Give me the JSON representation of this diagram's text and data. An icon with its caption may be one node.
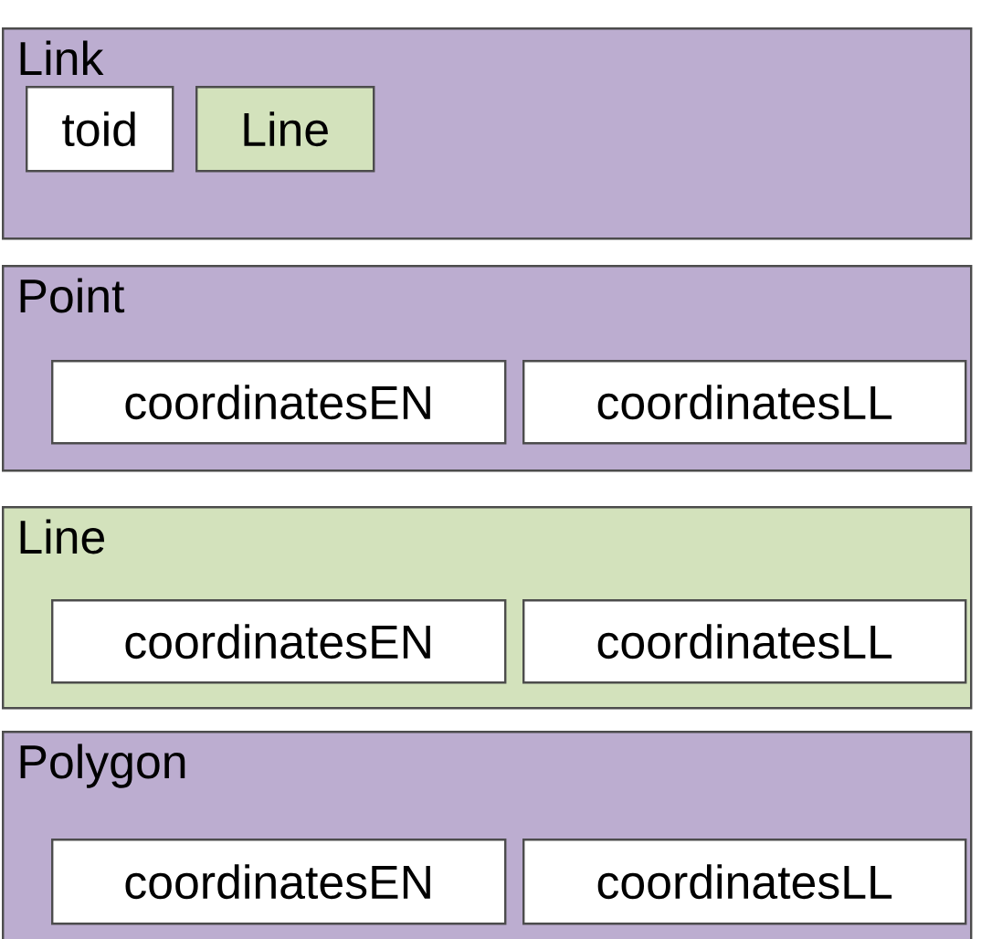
{
  "diagram": {
    "nodes": [
      {
        "text": [
          "Link"
        ]
      },
      {
        "text": [
          "toid"
        ],
        "in": 0
      },
      {
        "text": [
          "Line"
        ],
        "in": 0
      },
      {
        "text": [
          "Point"
        ]
      },
      {
        "text": [
          "coordinatesEN"
        ],
        "in": 3
      },
      {
        "text": [
          "coordinatesLL"
        ],
        "in": 3
      },
      {
        "text": [
          "Line"
        ]
      },
      {
        "text": [
          "coordinatesEN"
        ],
        "in": 6
      },
      {
        "text": [
          "coordinatesLL"
        ],
        "in": 6
      },
      {
        "text": [
          "Polygon"
        ]
      },
      {
        "text": [
          "coordinatesEN"
        ],
        "in": 9
      },
      {
        "text": [
          "coordinatesLL"
        ],
        "in": 9
      }
    ]
  }
}
